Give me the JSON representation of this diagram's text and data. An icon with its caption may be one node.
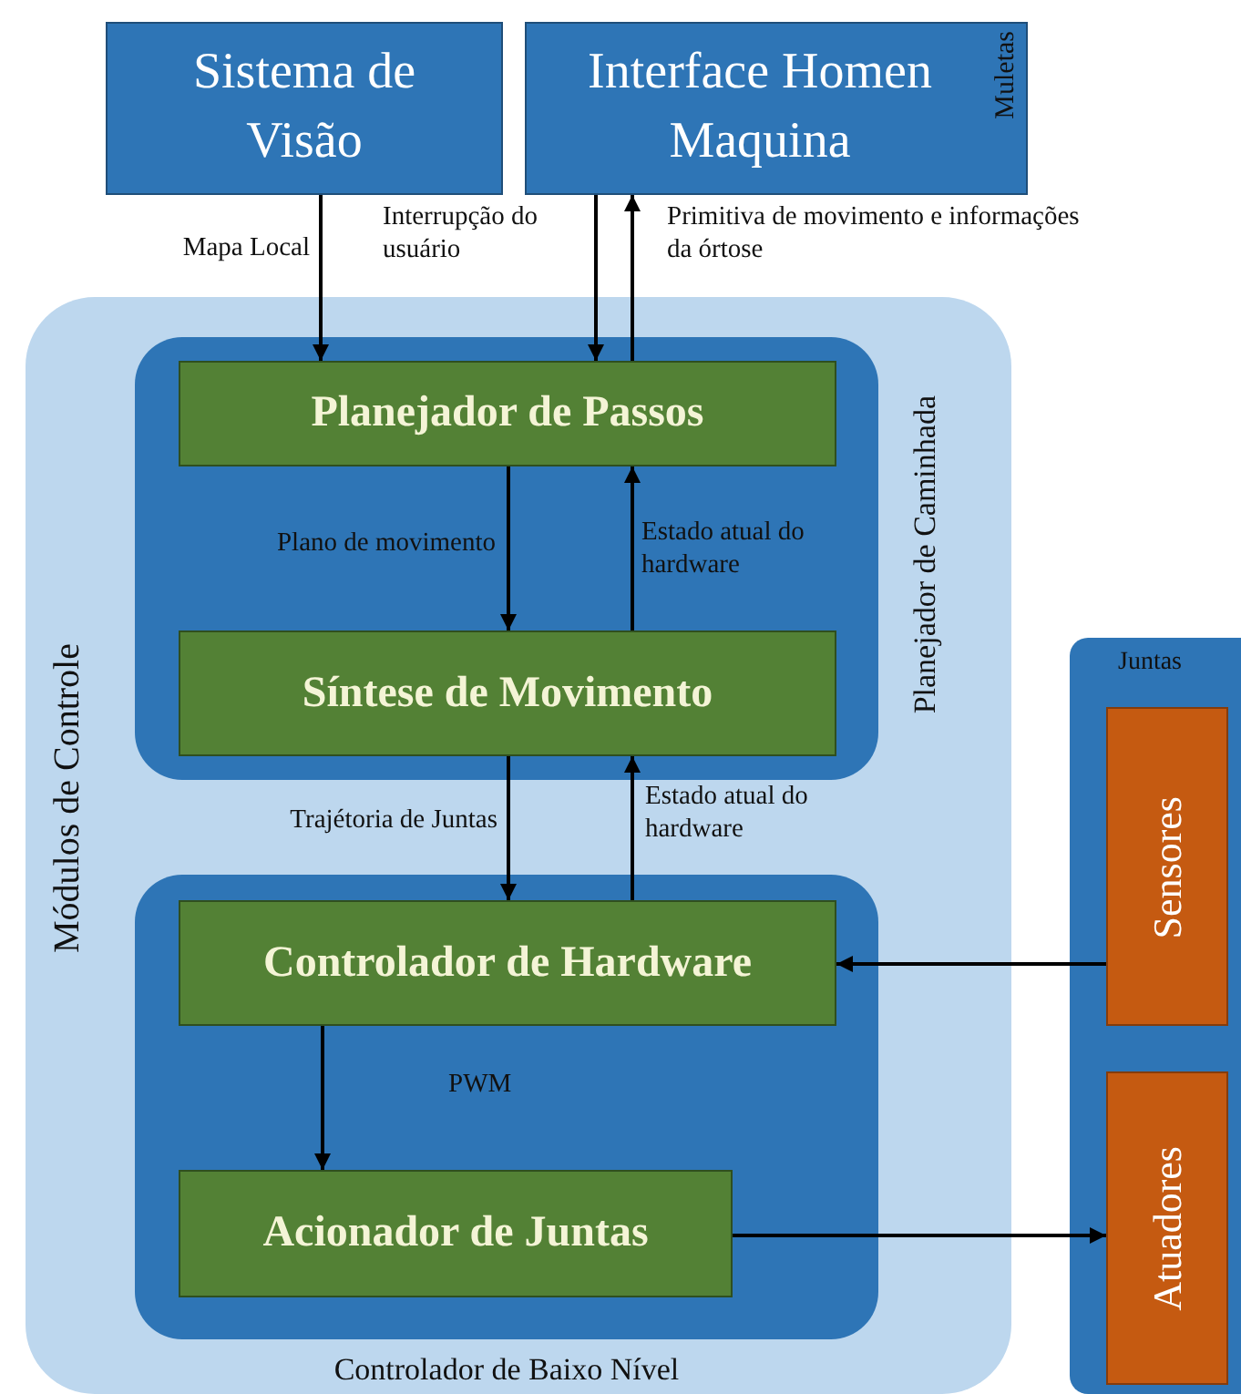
{
  "diagram": {
    "nodes": [
      {
        "text": [
          "Sistema de Visão"
        ]
      },
      {
        "text": [
          "Interface Homen Maquina",
          "Muletas"
        ]
      },
      {
        "text": [
          "Módulos de Controle"
        ]
      },
      {
        "text": [
          "Planejador de Caminhada"
        ],
        "in": 2
      },
      {
        "text": [
          "Planejador de Passos"
        ],
        "in": 3
      },
      {
        "text": [
          "Síntese de Movimento"
        ],
        "in": 3
      },
      {
        "text": [
          "Controlador de Baixo Nível"
        ],
        "in": 2
      },
      {
        "text": [
          "Controlador de Hardware"
        ],
        "in": 6
      },
      {
        "text": [
          "Acionador de Juntas"
        ],
        "in": 6
      },
      {
        "text": [
          "Juntas"
        ]
      },
      {
        "text": [
          "Sensores"
        ],
        "in": 9
      },
      {
        "text": [
          "Atuadores"
        ],
        "in": 9
      }
    ],
    "edges": [
      {
        "from": 0,
        "to": 4,
        "arrow": "to",
        "label": "Mapa Local"
      },
      {
        "from": 1,
        "to": 4,
        "arrow": "to",
        "label": "Interrupção do usuário"
      },
      {
        "from": 4,
        "to": 1,
        "arrow": "to",
        "label": "Primitiva de movimento e informações da órtose"
      },
      {
        "from": 4,
        "to": 5,
        "arrow": "to",
        "label": "Plano de movimento"
      },
      {
        "from": 5,
        "to": 4,
        "arrow": "to",
        "label": "Estado atual do hardware"
      },
      {
        "from": 5,
        "to": 7,
        "arrow": "to",
        "label": "Trajétoria de Juntas"
      },
      {
        "from": 7,
        "to": 5,
        "arrow": "to",
        "label": "Estado atual do hardware"
      },
      {
        "from": 7,
        "to": 8,
        "arrow": "to",
        "label": "PWM"
      },
      {
        "from": 10,
        "to": 7,
        "arrow": "to"
      },
      {
        "from": 8,
        "to": 11,
        "arrow": "to"
      }
    ]
  }
}
